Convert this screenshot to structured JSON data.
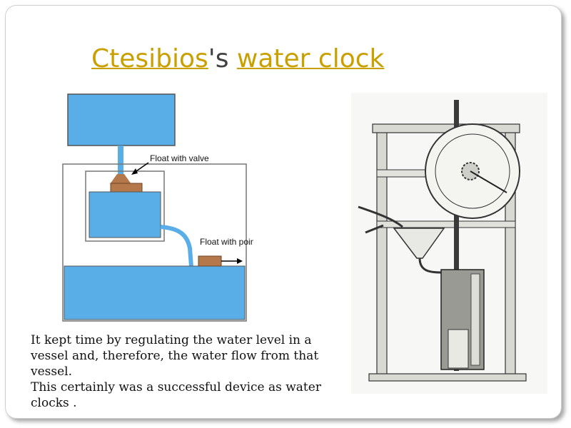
{
  "slide": {
    "title_link1": "Ctesibios",
    "title_mid": "'s ",
    "title_link2": "water clock",
    "paragraph1": " It kept time by regulating the water level in a vessel and, therefore, the water flow from that vessel.",
    "paragraph2": " This certainly was a successful device as water clocks ."
  },
  "diagram": {
    "label_valve": "Float with valve",
    "label_pointer": "Float with pointer"
  },
  "colors": {
    "water": "#5aaee8",
    "float": "#b5784a",
    "title_accent": "#c9a000",
    "title_text": "#404040"
  }
}
